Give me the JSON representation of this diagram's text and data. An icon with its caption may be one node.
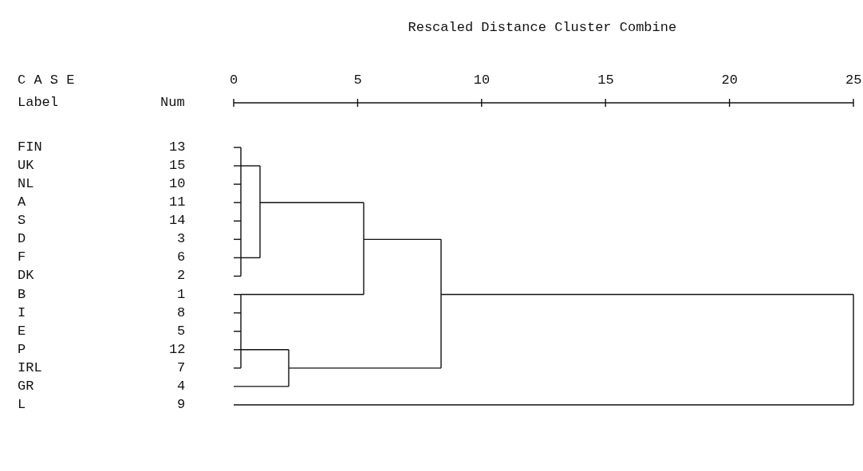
{
  "diagram": {
    "title": "Rescaled Distance Cluster Combine",
    "labels": [
      "C A S E",
      "0",
      "5",
      "10",
      "15",
      "20",
      "25",
      "Label",
      "Num",
      "FIN",
      "13",
      "UK",
      "15",
      "NL",
      "10",
      "A",
      "11",
      "S",
      "14",
      "D",
      "3",
      "F",
      "6",
      "DK",
      "2",
      "B",
      "1",
      "I",
      "8",
      "E",
      "5",
      "P",
      "12",
      "IRL",
      "7",
      "GR",
      "4",
      "L",
      "9"
    ]
  }
}
